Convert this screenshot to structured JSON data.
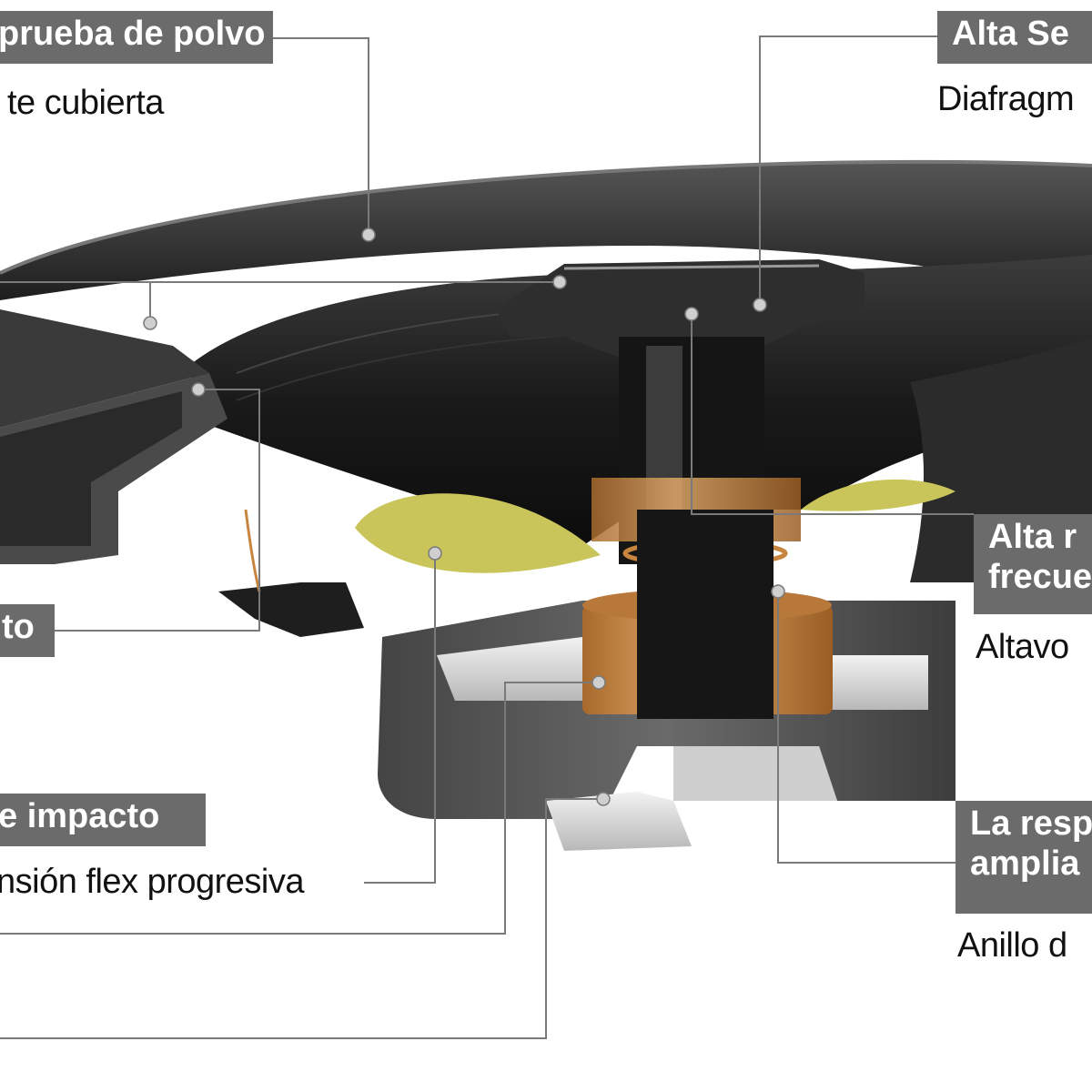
{
  "callouts": {
    "dust_cap": {
      "label": "prueba de polvo",
      "description": "te cubierta"
    },
    "high_sensitivity": {
      "label": "Alta Se",
      "description": "Diafragm"
    },
    "high_frequency": {
      "label_line1": "Alta r",
      "label_line2": "frecue",
      "description": "Altavo"
    },
    "left_short": {
      "label": "to"
    },
    "impact": {
      "label": "e impacto",
      "description": "nsión flex progresiva"
    },
    "response": {
      "label_line1": "La resp",
      "label_line2": "amplia",
      "description": "Anillo d"
    }
  },
  "colors": {
    "label_box": "#6b6b6b",
    "leader_line": "#7a7a7a",
    "cone": "#1c1c1c",
    "frame": "#3a3a3a",
    "magnet": "#555555",
    "copper": "#c8853f",
    "damping": "#c9c55a"
  }
}
